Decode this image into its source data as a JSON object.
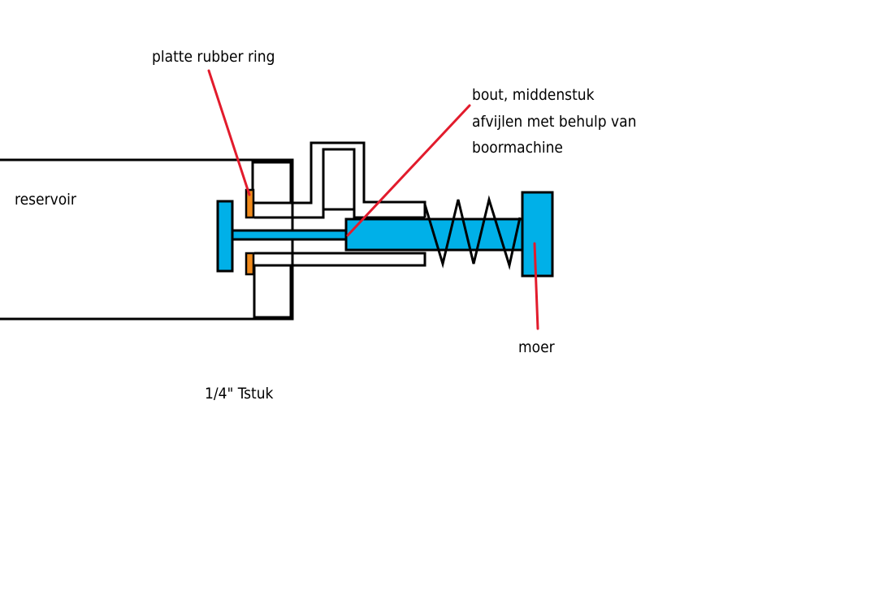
{
  "labels": {
    "rubber_ring": "platte rubber ring",
    "bolt_line1": "bout, middenstuk",
    "bolt_line2": "afvijlen met behulp van",
    "bolt_line3": "boormachine",
    "reservoir": "reservoir",
    "nut": "moer",
    "tee": "1/4\" Tstuk"
  },
  "colors": {
    "part_fill": "#00b0e8",
    "annotation_line": "#e21b2c",
    "rubber_ring": "#f08a1c",
    "outline": "#000000",
    "background": "#ffffff"
  }
}
